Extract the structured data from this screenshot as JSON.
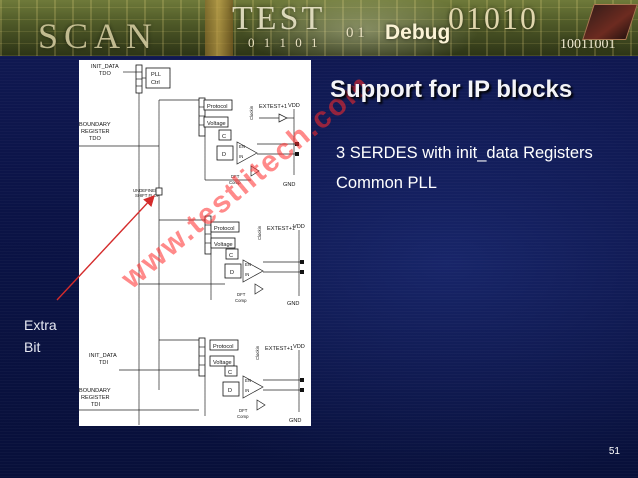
{
  "banner": {
    "word_scan": "SCAN",
    "word_test": "TEST",
    "bits_a": "0 1 1 0 1",
    "bits_b": "0 1",
    "word_debug": "Debug",
    "bits_c": "01010",
    "bits_d": "10011001"
  },
  "slide": {
    "title": "Support for IP blocks",
    "bullets": [
      "3 SERDES with init_data Registers",
      "Common PLL"
    ],
    "annotation_line1": "Extra",
    "annotation_line2": "Bit",
    "page_number": "51",
    "watermark": "www.testlitech.com"
  },
  "diagram": {
    "init_data_tdo": "INIT_DATA",
    "tdo_a": "TDO",
    "pll": "PLL",
    "ctrl": "Ctrl",
    "boundary": "BOUNDARY",
    "register": "REGISTER",
    "tdo_b": "TDO",
    "undefined_shift": "UNDEFINED",
    "shift_flop": "SHIFT FLOP",
    "init_data_tdi": "INIT_DATA",
    "tdi_a": "TDI",
    "boundary2": "BOUNDARY",
    "register2": "REGISTER",
    "tdi_b": "TDI",
    "protocol": "Protocol",
    "voltage": "Voltage",
    "c": "C",
    "d": "D",
    "en": "EN",
    "in": "IN",
    "extest": "EXTEST+1",
    "vdd": "VDD",
    "gnd": "GND",
    "dft": "DFT",
    "comp": "Comp",
    "clockin": "Clockin",
    "r": "R"
  }
}
